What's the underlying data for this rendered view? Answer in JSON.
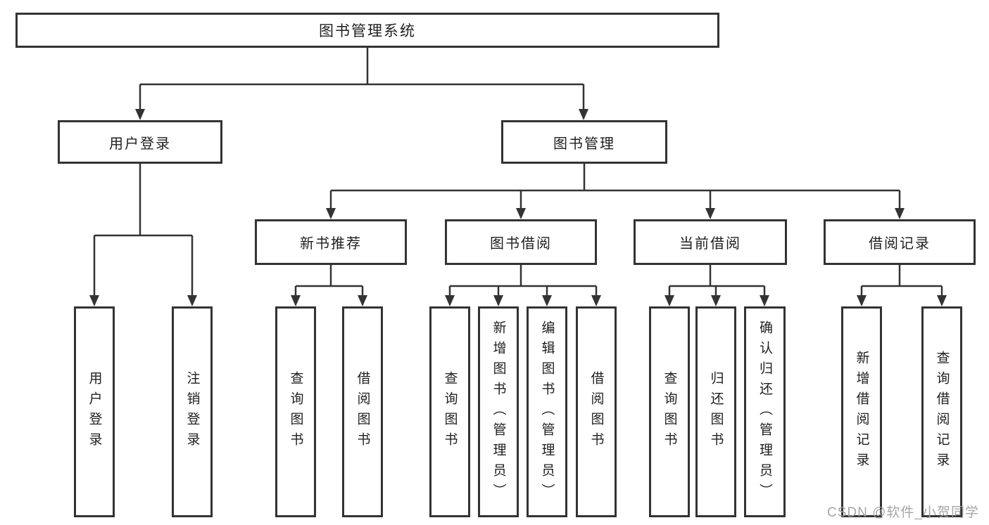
{
  "tree": {
    "root": {
      "label": "图书管理系统",
      "children": {
        "user_login": {
          "label": "用户登录",
          "children": [
            "用户登录",
            "注销登录"
          ]
        },
        "book_mgmt": {
          "label": "图书管理",
          "children": {
            "new_book_rec": {
              "label": "新书推荐",
              "children": [
                "查询图书",
                "借阅图书"
              ]
            },
            "book_borrow": {
              "label": "图书借阅",
              "children": [
                "查询图书",
                "新增图书（管理员）",
                "编辑图书（管理员）",
                "借阅图书"
              ]
            },
            "current_borrow": {
              "label": "当前借阅",
              "children": [
                "查询图书",
                "归还图书",
                "确认归还（管理员）"
              ]
            },
            "borrow_record": {
              "label": "借阅记录",
              "children": [
                "新增借阅记录",
                "查询借阅记录"
              ]
            }
          }
        }
      }
    }
  },
  "watermark": {
    "text": "CSDN @软件_小贺同学"
  },
  "colors": {
    "line": "#333333",
    "box_border": "#333333",
    "text": "#1f1f1f",
    "watermark": "#9e9e9e",
    "background": "#ffffff"
  }
}
